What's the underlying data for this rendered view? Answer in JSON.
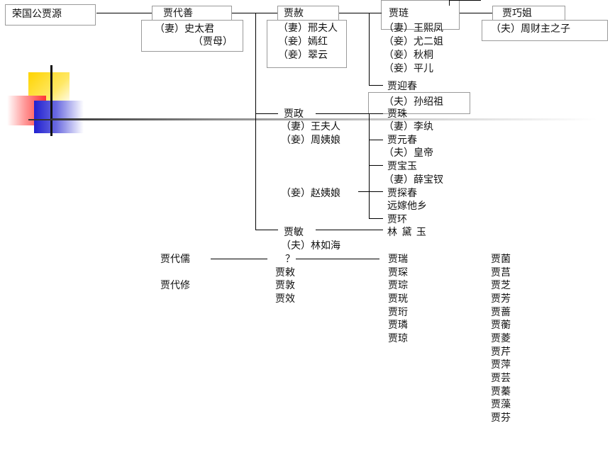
{
  "tree": {
    "root": "荣国公贾源",
    "gen1": {
      "name": "贾代善",
      "spouse_lines": [
        "（妻）史太君",
        "（贾母）"
      ]
    },
    "she": {
      "name": "贾赦",
      "spouses": [
        "（妻）邢夫人",
        "（妾）嫣红",
        "（妾）翠云"
      ]
    },
    "lian": {
      "name": "贾琏",
      "spouses": [
        "（妻）王熙凤",
        "（妾）尤二姐",
        "（妾）秋桐",
        "（妾）平儿"
      ]
    },
    "qiaojie": {
      "name": "贾巧姐",
      "spouse": "（夫）周财主之子"
    },
    "yingchun": {
      "name": "贾迎春",
      "spouse": "（夫）孙绍祖"
    },
    "zheng": {
      "name": "贾政",
      "spouses": [
        "（妻）王夫人",
        "（妾）周姨娘"
      ],
      "zhao": "（妾）赵姨娘"
    },
    "zheng_children": {
      "zhu": "贾珠",
      "zhu_spouse": "（妻）李纨",
      "yuanchun": "贾元春",
      "yuanchun_spouse": "（夫）皇帝",
      "baoyu": "贾宝玉",
      "baoyu_spouse": "（妻）薛宝钗",
      "tanchun": "贾探春",
      "tanchun_note": "远嫁他乡",
      "huan": "贾环"
    },
    "min": {
      "name": "贾敏",
      "spouse": "（夫）林如海",
      "daughter": "林 黛 玉"
    },
    "dairu": "贾代儒",
    "daixiu": "贾代修",
    "unknown": "？",
    "mid_names": [
      "贾敕",
      "贾敦",
      "贾效"
    ],
    "col3": [
      "贾瑞",
      "贾琛",
      "贾琮",
      "贾珖",
      "贾珩",
      "贾璘",
      "贾琼"
    ],
    "col4": [
      "贾菌",
      "贾莒",
      "贾芝",
      "贾芳",
      "贾蔷",
      "贾蘅",
      "贾菱",
      "贾芹",
      "贾萍",
      "贾芸",
      "贾蓁",
      "贾藻",
      "贾芬"
    ]
  }
}
